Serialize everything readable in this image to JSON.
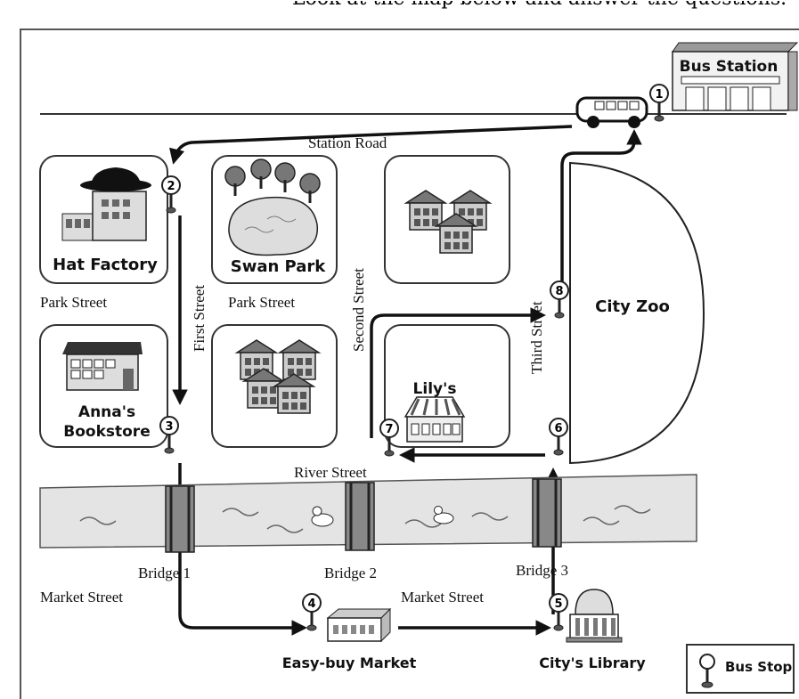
{
  "top_text": "Look at the map below and answer the questions.",
  "streets": {
    "station_road": "Station Road",
    "park_street_left": "Park Street",
    "park_street_mid": "Park Street",
    "first_street": "First Street",
    "second_street": "Second Street",
    "third_street": "Third Street",
    "river_street": "River Street",
    "market_street_left": "Market Street",
    "market_street_right": "Market Street"
  },
  "places": {
    "bus_station": "Bus Station",
    "hat_factory": "Hat Factory",
    "swan_park": "Swan Park",
    "annas_bookstore_line1": "Anna's",
    "annas_bookstore_line2": "Bookstore",
    "lilys": "Lily's",
    "city_zoo": "City Zoo",
    "easy_buy_market": "Easy-buy Market",
    "citys_library": "City's Library"
  },
  "bridges": [
    "Bridge 1",
    "Bridge 2",
    "Bridge 3"
  ],
  "stops": [
    "1",
    "2",
    "3",
    "4",
    "5",
    "6",
    "7",
    "8"
  ],
  "legend": {
    "label": "Bus Stop"
  },
  "colors": {
    "river": "#e4e4e4",
    "road_line": "#333333",
    "route": "#111111"
  }
}
